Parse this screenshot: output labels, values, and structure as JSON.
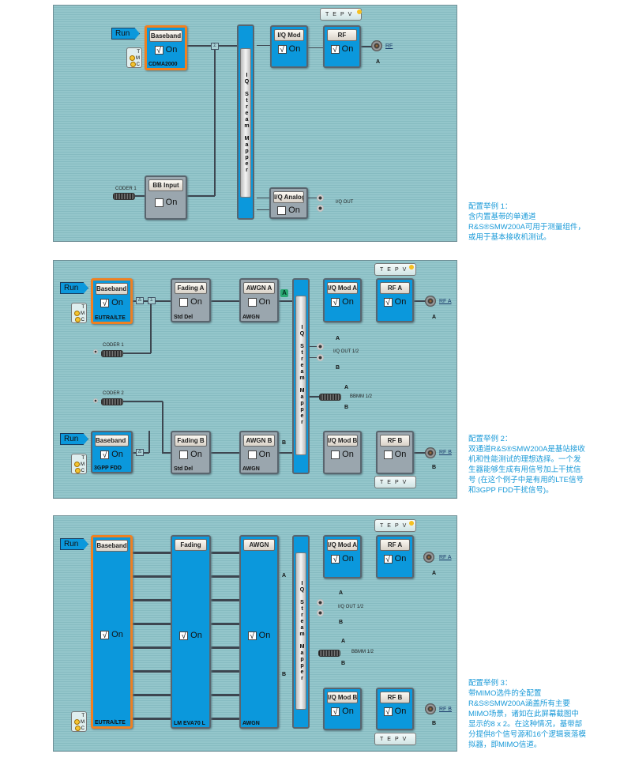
{
  "common": {
    "on_label": "On",
    "run_label": "Run",
    "tmc": [
      "T",
      "M",
      "C"
    ],
    "tep_label": "TEPV",
    "mapper_label": "IQ Stream Mapper",
    "label_a": "A",
    "label_b": "B",
    "colors": {
      "block_active": "#0b98dc",
      "block_inactive": "#9aa6ae",
      "selected_border": "#f08020",
      "caption": "#1a9ad8"
    }
  },
  "p1": {
    "baseband": {
      "title": "Baseband",
      "footer": "CDMA2000",
      "checked": true
    },
    "iq_mod": {
      "title": "I/Q Mod",
      "checked": true
    },
    "rf": {
      "title": "RF",
      "checked": true
    },
    "rf_link": "RF",
    "bb_input": {
      "title": "BB Input",
      "checked": false
    },
    "coder1": "CODER 1",
    "iq_analog": {
      "title": "I/Q Analog",
      "checked": false
    },
    "iq_out": "I/Q OUT",
    "caption": [
      "配置举例 1：",
      "含内置基带的单通道",
      "R&S®SMW200A可用于测量组件，",
      "或用于基本接收机测试。"
    ]
  },
  "p2": {
    "baseband_a": {
      "title": "Baseband A",
      "footer": "EUTRA/LTE"
    },
    "fading_a": {
      "title": "Fading A",
      "footer": "Std Del"
    },
    "awgn_a": {
      "title": "AWGN A",
      "footer": "AWGN"
    },
    "iq_mod_a": {
      "title": "I/Q Mod A"
    },
    "rf_a": {
      "title": "RF A"
    },
    "rf_a_link": "RF A",
    "coder1": "CODER 1",
    "coder2": "CODER 2",
    "iq_out": "I/Q OUT 1/2",
    "bbmm": "BBMM 1/2",
    "baseband_b": {
      "title": "Baseband B",
      "footer": "3GPP FDD"
    },
    "fading_b": {
      "title": "Fading B",
      "footer": "Std Del"
    },
    "awgn_b": {
      "title": "AWGN B",
      "footer": "AWGN"
    },
    "iq_mod_b": {
      "title": "I/Q Mod B"
    },
    "rf_b": {
      "title": "RF B"
    },
    "rf_b_link": "RF B",
    "caption": [
      "配置举例 2：",
      "双通道R&S®SMW200A是基站接收",
      "机和性能测试的理想选择。一个发",
      "生器能够生成有用信号加上干扰信",
      "号 (在这个例子中是有用的LTE信号",
      "和3GPP FDD干扰信号)。"
    ]
  },
  "p3": {
    "baseband": {
      "title": "Baseband",
      "footer": "EUTRA/LTE"
    },
    "fading": {
      "title": "Fading",
      "footer": "LM EVA70 L"
    },
    "awgn": {
      "title": "AWGN",
      "footer": "AWGN"
    },
    "iq_mod_a": {
      "title": "I/Q Mod A"
    },
    "rf_a": {
      "title": "RF A"
    },
    "rf_a_link": "RF A",
    "iq_mod_b": {
      "title": "I/Q Mod B"
    },
    "rf_b": {
      "title": "RF B"
    },
    "rf_b_link": "RF B",
    "iq_out": "I/Q OUT 1/2",
    "bbmm": "BBMM 1/2",
    "caption": [
      "配置举例 3：",
      "带MIMO选件的全配置",
      "R&S®SMW200A涵盖所有主要",
      "MIMO场景，诸如在此屏幕截图中",
      "显示的8 x 2。在这种情况，基带部",
      "分提供8个信号源和16个逻辑衰落模",
      "拟器，即MIMO信道。"
    ]
  }
}
